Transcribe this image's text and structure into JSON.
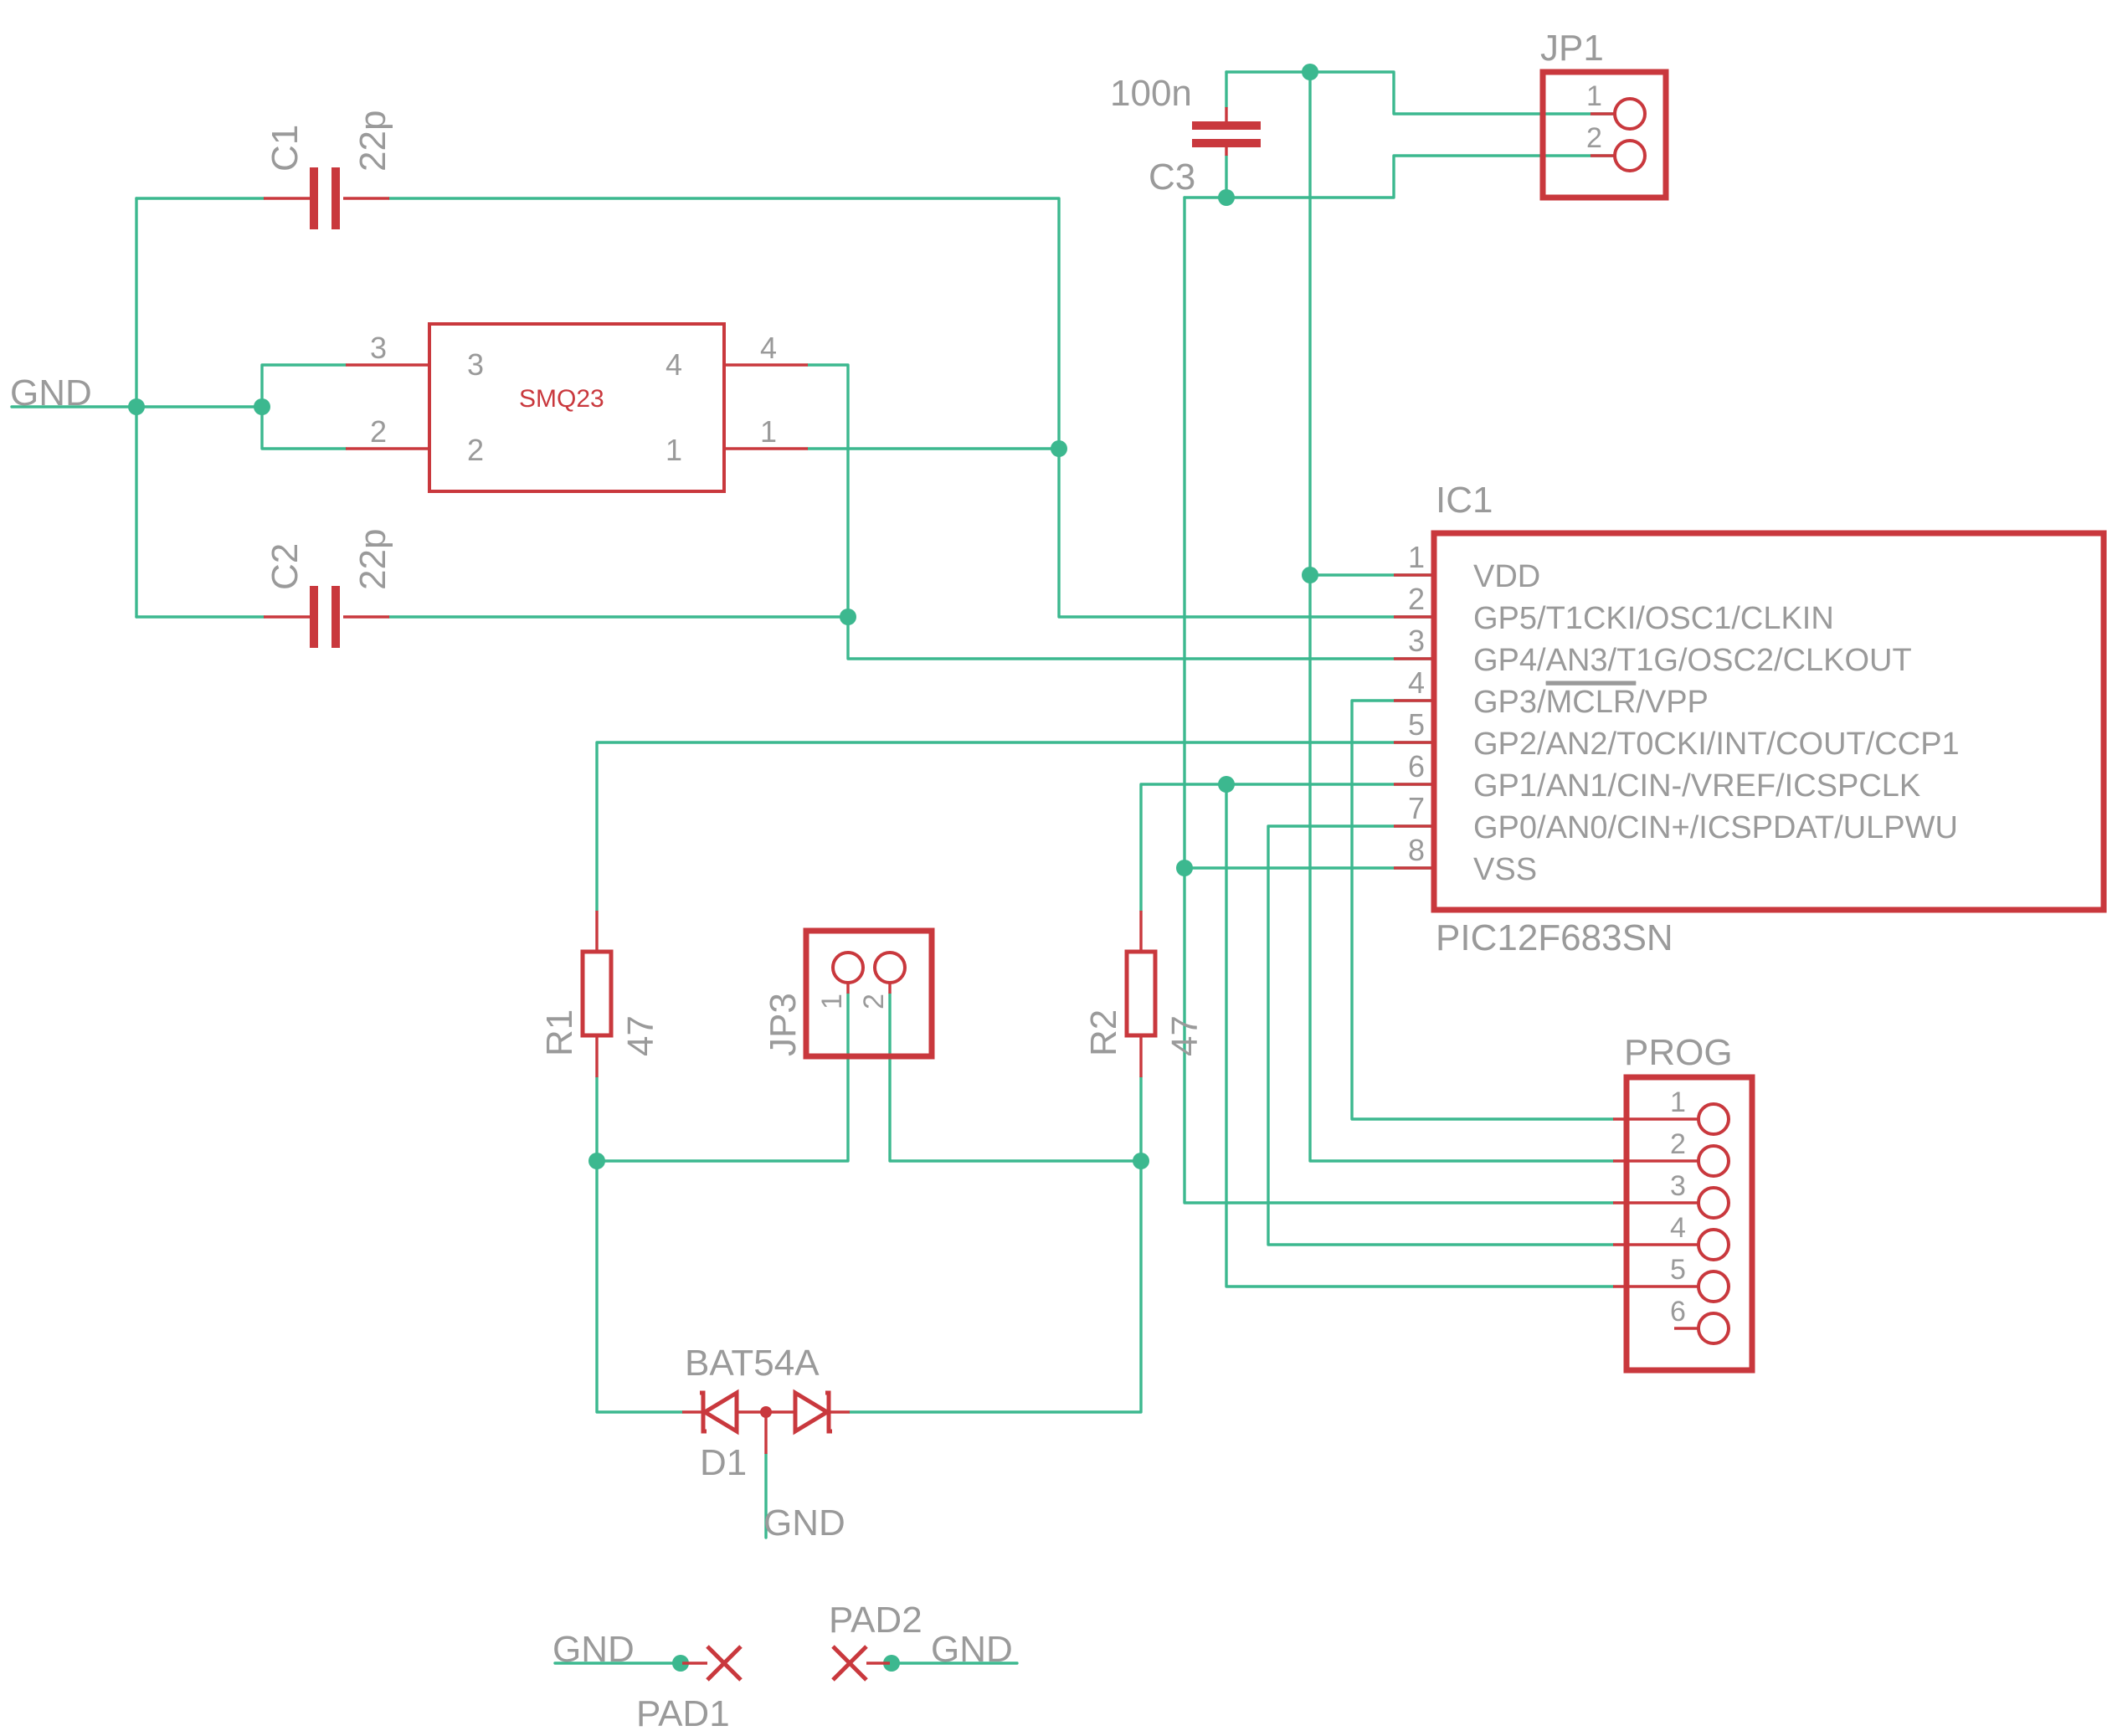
{
  "labels": {
    "gnd_left": "GND",
    "gnd_diode": "GND",
    "gnd_pad1": "GND",
    "gnd_pad2": "GND",
    "c1_name": "C1",
    "c1_value": "22p",
    "c2_name": "C2",
    "c2_value": "22p",
    "c3_name": "C3",
    "c3_value": "100n",
    "crystal_name": "SMQ23",
    "crystal_pins": [
      "3",
      "2",
      "4",
      "1",
      "3",
      "2",
      "4",
      "1"
    ],
    "jp1_name": "JP1",
    "jp1_pins": [
      "1",
      "2"
    ],
    "ic_name": "IC1",
    "ic_part": "PIC12F683SN",
    "ic_pin_nums": [
      "1",
      "2",
      "3",
      "4",
      "5",
      "6",
      "7",
      "8"
    ],
    "ic_pins": [
      "VDD",
      "GP5/T1CKI/OSC1/CLKIN",
      "GP4/AN3/T1G/OSC2/CLKOUT",
      "GP3/MCLR/VPP",
      "GP2/AN2/T0CKI/INT/COUT/CCP1",
      "GP1/AN1/CIN-/VREF/ICSPCLK",
      "GP0/AN0/CIN+/ICSPDAT/ULPWU",
      "VSS"
    ],
    "ic_pin4_parts": [
      "GP3/",
      "MCLR",
      "/VPP"
    ],
    "r1_name": "R1",
    "r1_value": "47",
    "r2_name": "R2",
    "r2_value": "47",
    "jp3_name": "JP3",
    "jp3_pins": [
      "1",
      "2"
    ],
    "prog_name": "PROG",
    "prog_pins": [
      "1",
      "2",
      "3",
      "4",
      "5",
      "6"
    ],
    "d1_name": "D1",
    "d1_part": "BAT54A",
    "pad1_name": "PAD1",
    "pad2_name": "PAD2"
  },
  "colors": {
    "wire": "#3cb88f",
    "symbol": "#c9383d",
    "text": "#9a9a9a"
  }
}
